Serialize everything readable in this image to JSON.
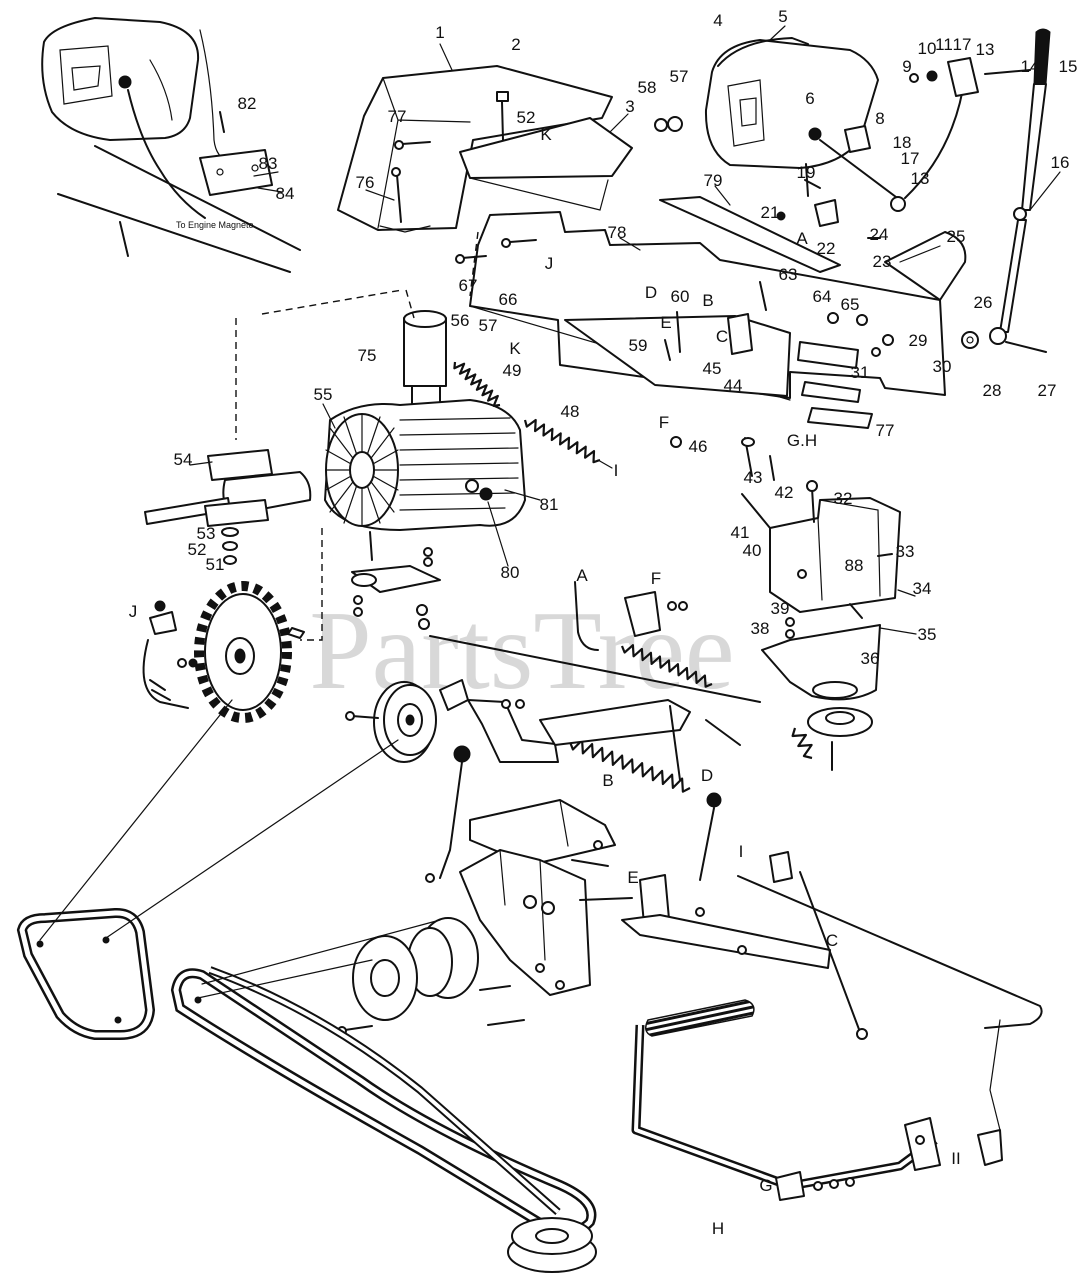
{
  "diagram": {
    "watermark": "PartsTree",
    "note": "To Engine Magneto",
    "callouts": [
      "1",
      "2",
      "3",
      "4",
      "5",
      "6",
      "8",
      "9",
      "10",
      "11",
      "17",
      "13",
      "14",
      "15",
      "16",
      "17",
      "18",
      "13",
      "19",
      "21",
      "A",
      "22",
      "24",
      "23",
      "25",
      "26",
      "63",
      "64",
      "65",
      "29",
      "30",
      "31",
      "28",
      "27",
      "77",
      "79",
      "78",
      "D",
      "60",
      "B",
      "E",
      "C",
      "59",
      "45",
      "44",
      "F",
      "46",
      "G.H",
      "43",
      "42",
      "32",
      "41",
      "40",
      "88",
      "33",
      "34",
      "35",
      "36",
      "39",
      "38",
      "58",
      "57",
      "52",
      "K",
      "77",
      "76",
      "82",
      "83",
      "84",
      "67",
      "J",
      "66",
      "56",
      "57",
      "K",
      "75",
      "49",
      "48",
      "I",
      "55",
      "81",
      "80",
      "54",
      "53",
      "52",
      "51",
      "A",
      "F",
      "J",
      "B",
      "D",
      "E",
      "I",
      "C",
      "G",
      "H",
      "II"
    ]
  }
}
